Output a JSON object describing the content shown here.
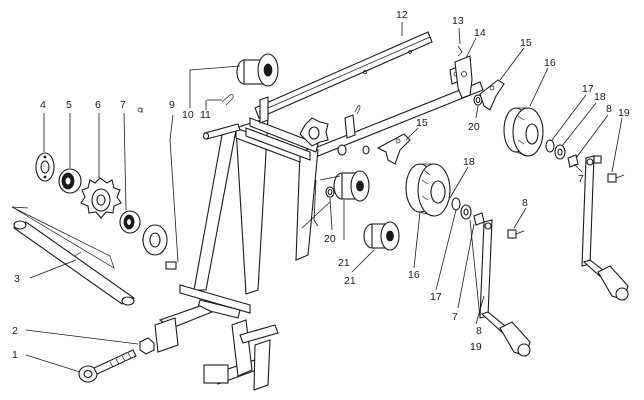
{
  "diagram": {
    "callouts": [
      {
        "id": "c1",
        "text": "1"
      },
      {
        "id": "c2",
        "text": "2"
      },
      {
        "id": "c3",
        "text": "3"
      },
      {
        "id": "c4",
        "text": "4"
      },
      {
        "id": "c5",
        "text": "5"
      },
      {
        "id": "c6",
        "text": "6"
      },
      {
        "id": "c7a",
        "text": "7"
      },
      {
        "id": "c9",
        "text": "9"
      },
      {
        "id": "c10",
        "text": "10"
      },
      {
        "id": "c11",
        "text": "11"
      },
      {
        "id": "c12",
        "text": "12"
      },
      {
        "id": "c13",
        "text": "13"
      },
      {
        "id": "c14",
        "text": "14"
      },
      {
        "id": "c15a",
        "text": "15"
      },
      {
        "id": "c15b",
        "text": "15"
      },
      {
        "id": "c16a",
        "text": "16"
      },
      {
        "id": "c16b",
        "text": "16"
      },
      {
        "id": "c17a",
        "text": "17"
      },
      {
        "id": "c17b",
        "text": "17"
      },
      {
        "id": "c18a",
        "text": "18"
      },
      {
        "id": "c18b",
        "text": "18"
      },
      {
        "id": "c8a",
        "text": "8"
      },
      {
        "id": "c8b",
        "text": "8"
      },
      {
        "id": "c8c",
        "text": "8"
      },
      {
        "id": "c19a",
        "text": "19"
      },
      {
        "id": "c19b",
        "text": "19"
      },
      {
        "id": "c20a",
        "text": "20"
      },
      {
        "id": "c20b",
        "text": "20"
      },
      {
        "id": "c21a",
        "text": "21"
      },
      {
        "id": "c21b",
        "text": "21"
      },
      {
        "id": "c7b",
        "text": "7"
      },
      {
        "id": "c7c",
        "text": "7"
      }
    ]
  }
}
